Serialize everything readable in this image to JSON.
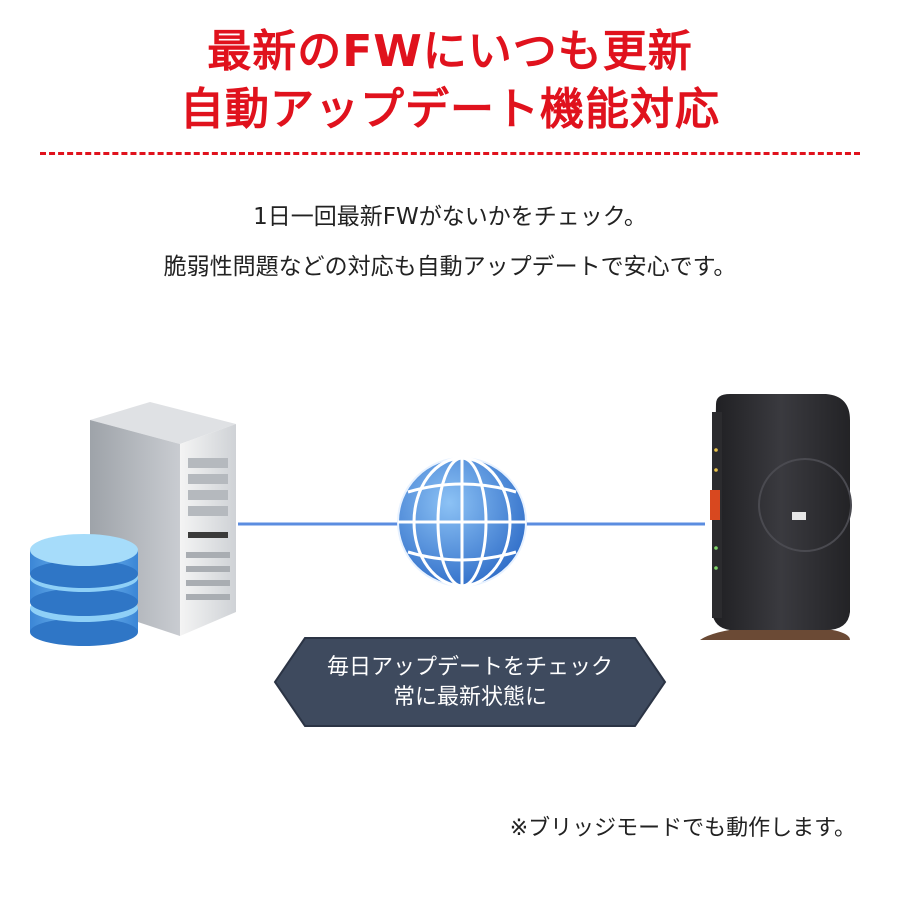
{
  "headline": {
    "line1": "最新のFWにいつも更新",
    "line2": "自動アップデート機能対応"
  },
  "description": {
    "line1": "1日一回最新FWがないかをチェック。",
    "line2": "脆弱性問題などの対応も自動アップデートで安心です。"
  },
  "badge": {
    "line1": "毎日アップデートをチェック",
    "line2": "常に最新状態に"
  },
  "footnote": "※ブリッジモードでも動作します。",
  "icons": [
    "server-tower-icon",
    "database-icon",
    "globe-icon",
    "wifi-router-icon"
  ],
  "colors": {
    "accent_red": "#e0121d",
    "connection_line": "#5b8de0",
    "globe_blue": "#3f7fd9",
    "badge_bg": "#3e4a5e",
    "database_blue": "#5ea3e8",
    "router_body": "#2f2f33",
    "router_stand": "#6b4a35"
  }
}
